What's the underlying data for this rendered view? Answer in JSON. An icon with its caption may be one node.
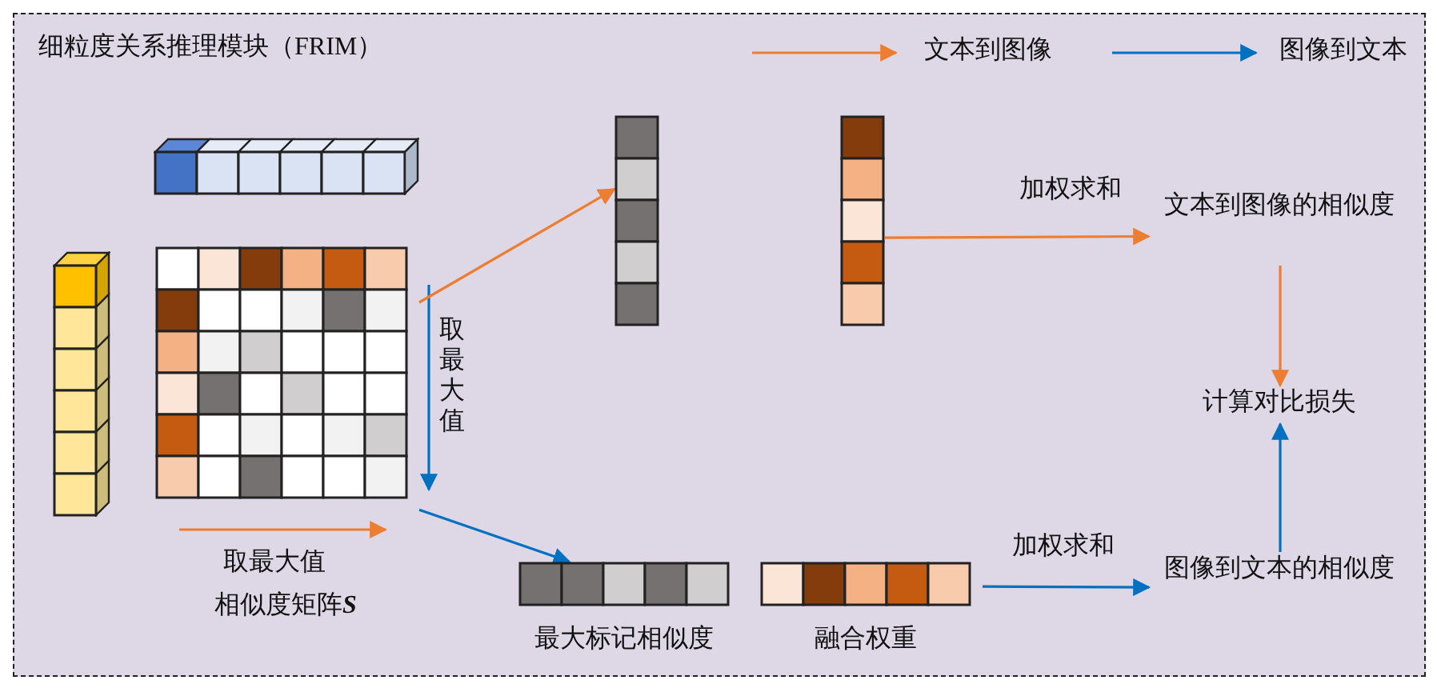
{
  "diagram": {
    "nodes": [
      {
        "text": [
          "细粒度关系推理模块（FRIM）"
        ]
      },
      {
        "text": [],
        "shape": "bar",
        "in": 0
      },
      {
        "text": [],
        "shape": "bar",
        "in": 0
      },
      {
        "text": [
          "相似度矩阵**S**"
        ],
        "in": 0
      },
      {
        "text": [],
        "shape": "bar",
        "in": 0
      },
      {
        "text": [],
        "shape": "bar",
        "in": 0
      },
      {
        "text": [
          "最大标记相似度"
        ],
        "in": 0
      },
      {
        "text": [
          "融合权重"
        ],
        "in": 0
      },
      {
        "text": [
          "文本到图像的相似度"
        ],
        "in": 0
      },
      {
        "text": [
          "图像到文本的相似度"
        ],
        "in": 0
      },
      {
        "text": [
          "计算对比损失"
        ],
        "in": 0
      }
    ],
    "edges": [
      {
        "from": 3,
        "to": 4,
        "arrow": "to",
        "color": "#ed7d31"
      },
      {
        "from": 3,
        "to": 6,
        "arrow": "to",
        "color": "#0070c0"
      },
      {
        "from": 5,
        "to": 8,
        "arrow": "to",
        "label": "加权求和",
        "color": "#ed7d31"
      },
      {
        "from": 7,
        "to": 9,
        "arrow": "to",
        "label": "加权求和",
        "color": "#0070c0"
      },
      {
        "from": 8,
        "to": 10,
        "arrow": "to",
        "color": "#ed7d31"
      },
      {
        "from": 9,
        "to": 10,
        "arrow": "to",
        "color": "#0070c0"
      }
    ],
    "labels": [
      "取最大值",
      "取最大值"
    ],
    "legend": [
      {
        "text": "文本到图像"
      },
      {
        "text": "图像到文本"
      }
    ]
  }
}
